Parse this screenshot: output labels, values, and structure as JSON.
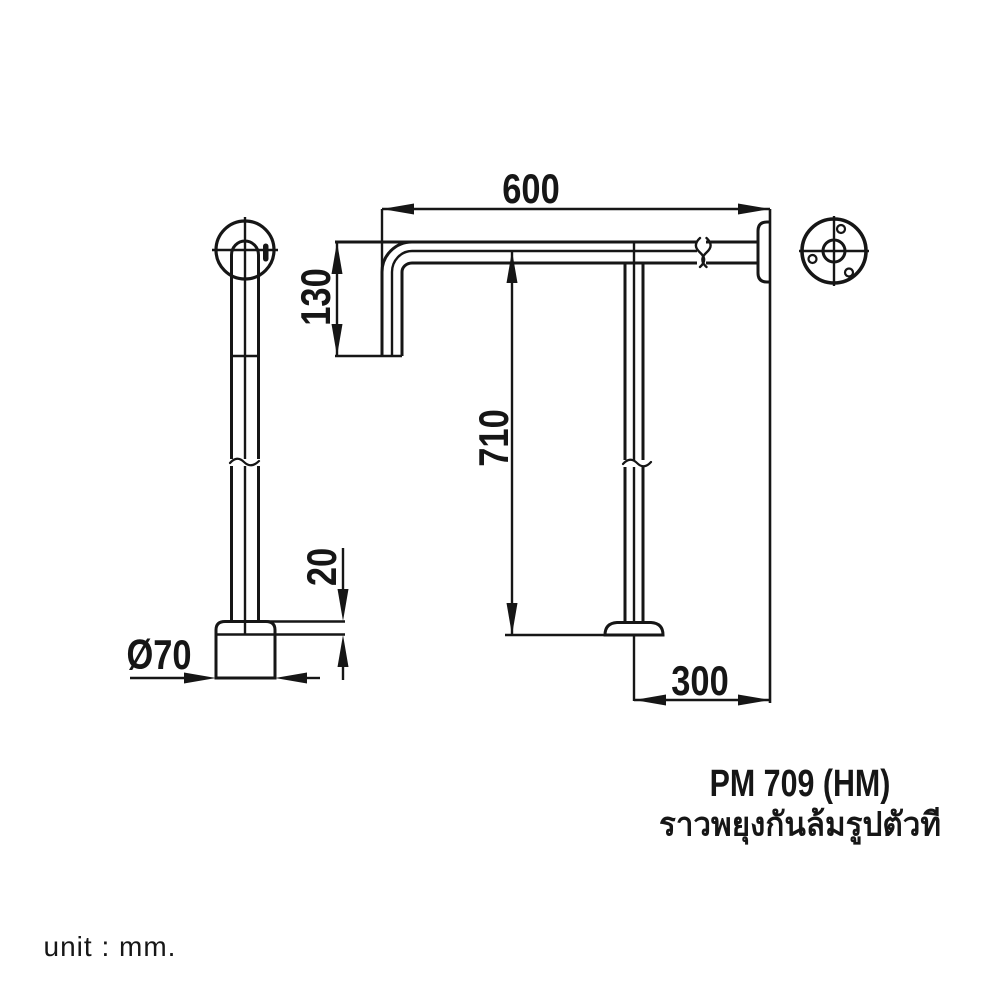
{
  "drawing": {
    "model_code": "PM 709 (HM)",
    "product_name_th": "ราวพยุงกันล้มรูปตัวที",
    "unit_label": "unit : mm.",
    "dimensions": {
      "bar_length": "600",
      "bend_drop": "130",
      "post_height": "710",
      "floor_flange_height": "20",
      "floor_flange_diameter": "Ø70",
      "post_to_wall_offset": "300"
    },
    "colors": {
      "line": "#161616",
      "background": "#ffffff"
    }
  }
}
